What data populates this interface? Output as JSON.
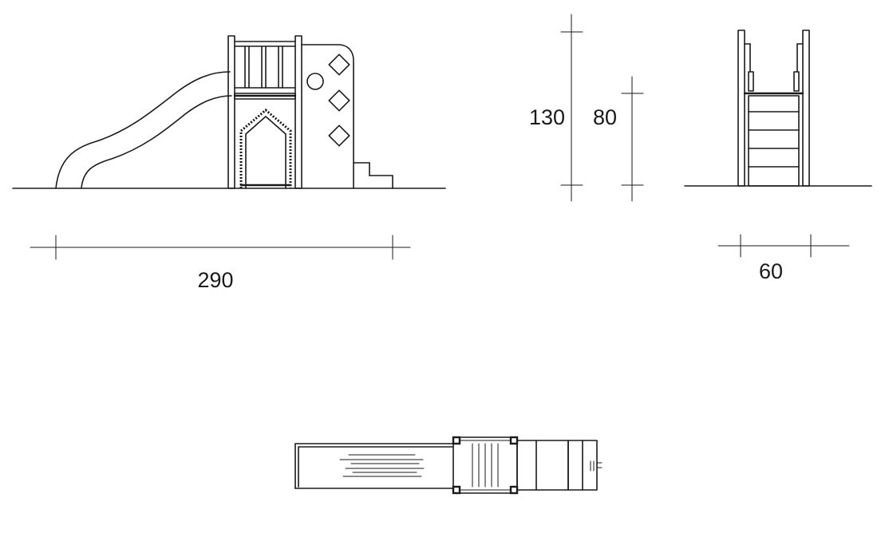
{
  "dimensions": {
    "length": "290",
    "height_total": "130",
    "height_platform": "80",
    "width": "60"
  },
  "views": [
    "side-elevation",
    "front-elevation",
    "plan-view"
  ],
  "colors": {
    "line": "#1a1a1a",
    "background": "#ffffff"
  }
}
